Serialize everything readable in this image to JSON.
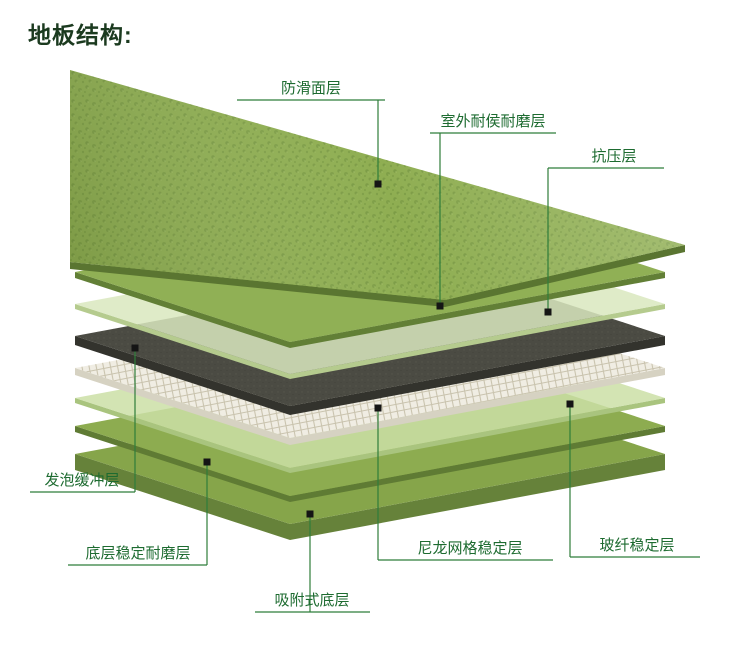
{
  "page": {
    "title": "地板结构:"
  },
  "colors": {
    "background": "#ffffff",
    "title_text": "#1b3a1f",
    "label_text": "#1d6b30",
    "leader_line": "#2f7d3a",
    "marker": "#151515",
    "sheet_edge": "#5a7531",
    "layer2_edge": "#627f36",
    "layer3_edge": "#b5cb8e",
    "layer4_edge": "#33332d",
    "layer5_edge": "#d6d2c2",
    "layer6_edge": "#a9c47e",
    "layer7_edge": "#5f7b34",
    "layer8_edge": "#66823a"
  },
  "diagram": {
    "layers": [
      {
        "order": 1,
        "id": "anti-slip-surface",
        "label": "防滑面层",
        "color": "#8fae52"
      },
      {
        "order": 2,
        "id": "outdoor-weather-wear",
        "label": "室外耐侯耐磨层",
        "color": "#90b055"
      },
      {
        "order": 3,
        "id": "compression-layer",
        "label": "抗压层",
        "color": "#d9e7be"
      },
      {
        "order": 4,
        "id": "foam-cushion",
        "label": "发泡缓冲层",
        "color": "#4b4b43"
      },
      {
        "order": 5,
        "id": "nylon-mesh-stable",
        "label": "尼龙网格稳定层",
        "color": "#f0ede3"
      },
      {
        "order": 6,
        "id": "fiberglass-stable",
        "label": "玻纤稳定层",
        "color": "#cbdfa6"
      },
      {
        "order": 7,
        "id": "bottom-stable-wear",
        "label": "底层稳定耐磨层",
        "color": "#8dac50"
      },
      {
        "order": 8,
        "id": "adsorption-bottom",
        "label": "吸附式底层",
        "color": "#86a54a"
      }
    ]
  }
}
